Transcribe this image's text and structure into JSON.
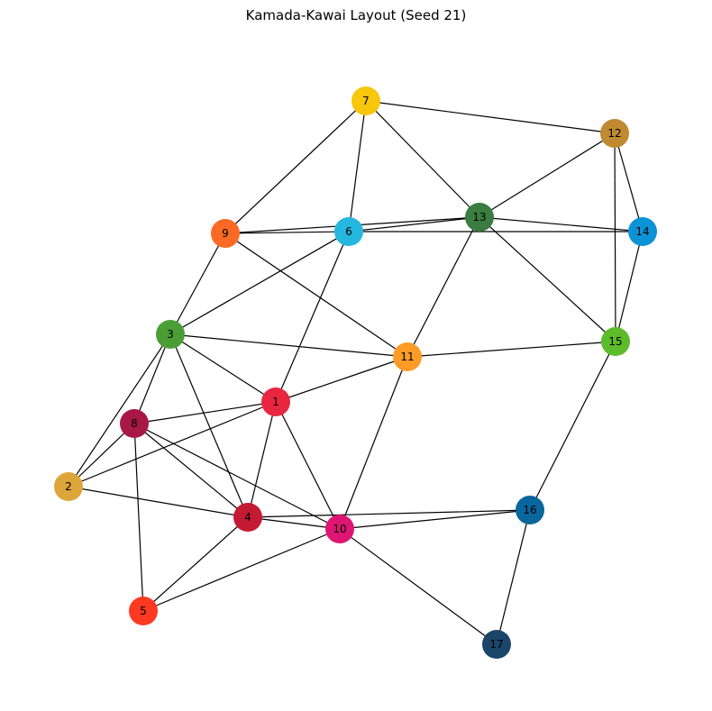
{
  "title": "Kamada-Kawai Layout (Seed 21)",
  "nodes": [
    {
      "id": "1",
      "label": "1",
      "color": "#e8263f"
    },
    {
      "id": "2",
      "label": "2",
      "color": "#dda63b"
    },
    {
      "id": "3",
      "label": "3",
      "color": "#4a9e35"
    },
    {
      "id": "4",
      "label": "4",
      "color": "#c41a33"
    },
    {
      "id": "5",
      "label": "5",
      "color": "#fc3a22"
    },
    {
      "id": "6",
      "label": "6",
      "color": "#25b7de"
    },
    {
      "id": "7",
      "label": "7",
      "color": "#f8c60b"
    },
    {
      "id": "8",
      "label": "8",
      "color": "#a81846"
    },
    {
      "id": "9",
      "label": "9",
      "color": "#fb6a24"
    },
    {
      "id": "10",
      "label": "10",
      "color": "#df1574"
    },
    {
      "id": "11",
      "label": "11",
      "color": "#fc9c27"
    },
    {
      "id": "12",
      "label": "12",
      "color": "#c08a31"
    },
    {
      "id": "13",
      "label": "13",
      "color": "#3b7d40"
    },
    {
      "id": "14",
      "label": "14",
      "color": "#0c93d6"
    },
    {
      "id": "15",
      "label": "15",
      "color": "#5cbc2c"
    },
    {
      "id": "16",
      "label": "16",
      "color": "#08679c"
    },
    {
      "id": "17",
      "label": "17",
      "color": "#1b466a"
    }
  ],
  "edges": [
    [
      "7",
      "12"
    ],
    [
      "7",
      "13"
    ],
    [
      "7",
      "6"
    ],
    [
      "7",
      "9"
    ],
    [
      "12",
      "13"
    ],
    [
      "12",
      "14"
    ],
    [
      "12",
      "15"
    ],
    [
      "13",
      "14"
    ],
    [
      "13",
      "15"
    ],
    [
      "13",
      "11"
    ],
    [
      "13",
      "9"
    ],
    [
      "13",
      "6"
    ],
    [
      "9",
      "6"
    ],
    [
      "9",
      "3"
    ],
    [
      "9",
      "11"
    ],
    [
      "6",
      "14"
    ],
    [
      "6",
      "3"
    ],
    [
      "6",
      "1"
    ],
    [
      "14",
      "15"
    ],
    [
      "3",
      "11"
    ],
    [
      "3",
      "1"
    ],
    [
      "3",
      "8"
    ],
    [
      "3",
      "2"
    ],
    [
      "3",
      "4"
    ],
    [
      "11",
      "15"
    ],
    [
      "11",
      "1"
    ],
    [
      "11",
      "10"
    ],
    [
      "15",
      "16"
    ],
    [
      "1",
      "8"
    ],
    [
      "1",
      "2"
    ],
    [
      "1",
      "4"
    ],
    [
      "1",
      "10"
    ],
    [
      "8",
      "2"
    ],
    [
      "8",
      "5"
    ],
    [
      "8",
      "4"
    ],
    [
      "8",
      "10"
    ],
    [
      "2",
      "4"
    ],
    [
      "4",
      "16"
    ],
    [
      "4",
      "10"
    ],
    [
      "4",
      "5"
    ],
    [
      "10",
      "16"
    ],
    [
      "10",
      "5"
    ],
    [
      "10",
      "17"
    ],
    [
      "16",
      "17"
    ]
  ]
}
